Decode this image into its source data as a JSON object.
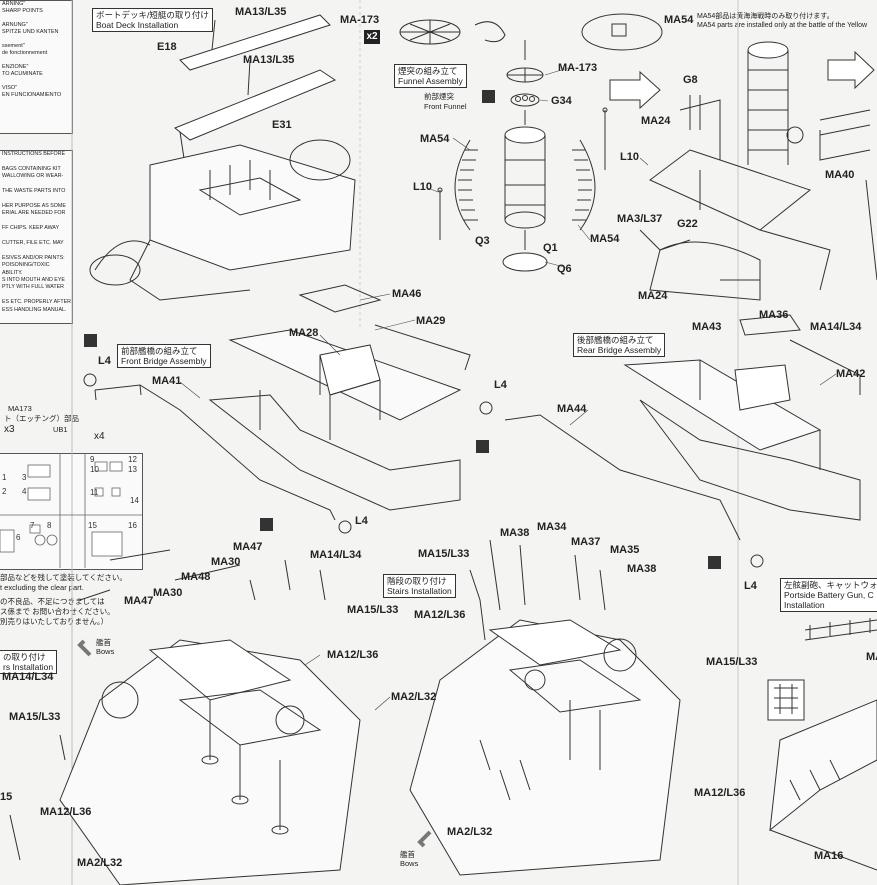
{
  "warnings": {
    "lines": [
      "ARNING\"",
      "SHARP POINTS",
      "",
      "ARNUNG\"",
      "SPITZE UND KANTEN",
      "",
      "ssement\"",
      "de fonctionnement",
      "",
      "ENZIONE\"",
      "TO ACUMINATE",
      "",
      "VISO\"",
      "EN FUNCIONAMIENTO"
    ]
  },
  "instructions": {
    "lines": [
      "INSTRUCTIONS BEFORE",
      "",
      "BAGS CONTAINING KIT",
      "WALLOWING OR WEAR-",
      "",
      "THE WASTE PARTS INTO",
      "",
      "HER PURPOSE AS SOME",
      "ERIAL ARE NEEDED FOR",
      "",
      "FF CHIPS. KEEP AWAY",
      "",
      "CUTTER, FILE ETC. MAY",
      "",
      "ESIVES AND/OR PAINTS:",
      "POISONING/TOXIC",
      "ABILITY.",
      "S INTO MOUTH AND EYE",
      "PTLY WITH FULL WATER",
      "",
      "ES ETC. PROPERLY AFTER",
      "ESS HANDLING MANUAL."
    ]
  },
  "sections": {
    "boat_deck": {
      "jp": "ボートデッキ/短艇の取り付け",
      "en": "Boat Deck Installation"
    },
    "funnel": {
      "jp": "煙突の組み立て",
      "en": "Funnel Assembly"
    },
    "front_funnel": {
      "jp": "前部煙突",
      "en": "Front Funnel"
    },
    "front_bridge": {
      "jp": "前部艦橋の組み立て",
      "en": "Front Bridge Assembly"
    },
    "rear_bridge": {
      "jp": "後部艦橋の組み立て",
      "en": "Rear Bridge Assembly"
    },
    "stairs": {
      "jp": "階段の取り付け",
      "en": "Stairs Installation"
    },
    "portside": {
      "jp": "左舷副砲、キャットウォー",
      "en": "Portside Battery Gun, C",
      "en2": "Installation"
    },
    "left_install": {
      "jp": "の取り付け",
      "en": "rs Installation"
    }
  },
  "ma54_note": {
    "jp": "MA54部品は黄海海戦時のみ取り付けます。",
    "en": "MA54 parts are installed only at the battle of the Yellow"
  },
  "bows": {
    "jp": "艦首",
    "en": "Bows"
  },
  "etch_note": {
    "a": "MA173",
    "b": "ト（エッチング）部品",
    "c": "x3",
    "d": "UB1",
    "e": "x4"
  },
  "clear_note": {
    "l1": "部品などを残して塗装してください。",
    "l2": "t excluding the clear part.",
    "l3": "の不良品、不足につきましては",
    "l4": "ス係まで お問い合わせください。",
    "l5": "別売りはいたしておりません。）"
  },
  "x2_badge": "x2",
  "grid_cells": [
    "1",
    "2",
    "3",
    "4",
    "9",
    "10",
    "11",
    "12",
    "13",
    "14",
    "6",
    "7",
    "8",
    "15",
    "16"
  ],
  "labels": {
    "ma13_1": "MA13/L35",
    "e18": "E18",
    "ma13_2": "MA13/L35",
    "e31": "E31",
    "ma173_top": "MA-173",
    "ma173_mid": "MA-173",
    "ma54_top": "MA54",
    "g34": "G34",
    "ma54_l": "MA54",
    "l10_l": "L10",
    "q3": "Q3",
    "q1": "Q1",
    "ma54_b": "MA54",
    "q6": "Q6",
    "l10_r": "L10",
    "g8": "G8",
    "ma24_t": "MA24",
    "ma3": "MA3/L37",
    "g22": "G22",
    "ma40": "MA40",
    "ma24_b": "MA24",
    "ma46": "MA46",
    "ma28": "MA28",
    "ma29": "MA29",
    "l4_a": "L4",
    "ma41": "MA41",
    "l4_b": "L4",
    "ma44": "MA44",
    "l4_c": "L4",
    "ma43": "MA43",
    "ma36": "MA36",
    "ma14_r": "MA14/L34",
    "ma42": "MA42",
    "l4_d": "L4",
    "ma47_t": "MA47",
    "ma30_t": "MA30",
    "ma14_c": "MA14/L34",
    "ma48": "MA48",
    "ma47_l": "MA47",
    "ma30_l": "MA30",
    "ma15_c": "MA15/L33",
    "ma14_l": "MA14/L34",
    "ma12_c": "MA12/L36",
    "ma15_l": "MA15/L33",
    "ma2_c": "MA2/L32",
    "ma15_cut": "15",
    "ma12_l": "MA12/L36",
    "ma2_l": "MA2/L32",
    "ma38_a": "MA38",
    "ma34": "MA34",
    "ma37": "MA37",
    "ma15_s": "MA15/L33",
    "ma35": "MA35",
    "ma38_b": "MA38",
    "ma12_s": "MA12/L36",
    "ma15_r": "MA15/L33",
    "ma12_r": "MA12/L36",
    "ma2_s": "MA2/L32",
    "ma16": "MA16",
    "ma_cut_r": "MA"
  },
  "colors": {
    "paper": "#f4f4f2",
    "ink": "#222222",
    "etch_icon": "#333333"
  }
}
